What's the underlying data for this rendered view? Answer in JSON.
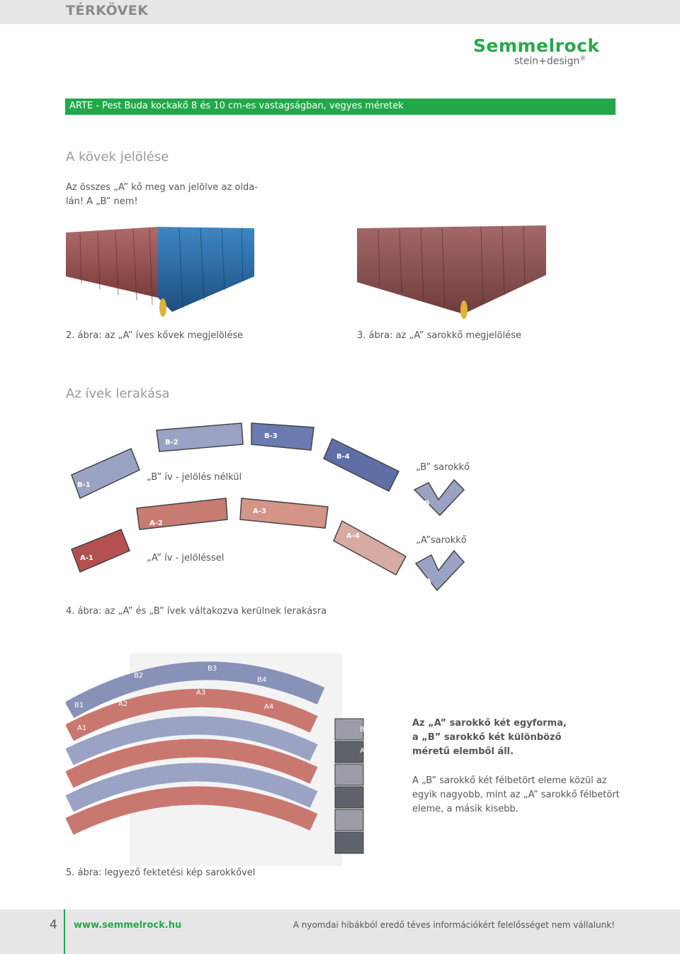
{
  "header": {
    "title": "TÉRKÖVEK"
  },
  "logo": {
    "brand": "Semmelrock",
    "sub": "stein+design",
    "reg": "®"
  },
  "banner": "ARTE - Pest Buda kockakő 8 és 10 cm-es vastagságban, vegyes méretek",
  "section1": {
    "title": "A kövek jelölése",
    "text_line1": "Az összes „A” kő meg van jelölve az olda-",
    "text_line2": "lán! A „B” nem!",
    "caption2": "2. ábra: az „A” íves kővek megjelölése",
    "caption3": "3. ábra: az „A” sarokkő megjelölése"
  },
  "section2": {
    "title": "Az ívek lerakása",
    "labels": {
      "b1": "B-1",
      "b2": "B-2",
      "b3": "B-3",
      "b4": "B-4",
      "a1": "A-1",
      "a2": "A-2",
      "a3": "A-3",
      "a4": "A-4",
      "b_corner": "B",
      "a_corner": "A"
    },
    "b_arc": "„B” ív - jelölés nélkül",
    "a_arc": "„A” ív - jelöléssel",
    "b_corner_label": "„B” sarokkő",
    "a_corner_label": "„A”sarokkő",
    "caption4": "4. ábra: az „A” és „B” ívek váltakozva kerülnek lerakásra"
  },
  "section3": {
    "fan_labels": {
      "b1": "B1",
      "b2": "B2",
      "b3": "B3",
      "b4": "B4",
      "a1": "A1",
      "a2": "A2",
      "a3": "A3",
      "a4": "A4",
      "b": "B",
      "a": "A"
    },
    "bold_line1": "Az „A” sarokkő két egyforma,",
    "bold_line2": "a „B” sarokkő két különböző",
    "bold_line3": "méretű elemből áll.",
    "text_line1": "A „B” sarokkő két félbetört eleme közül az",
    "text_line2": "egyik nagyobb, mint az „A” sarokkő félbetört",
    "text_line3": "eleme, a másik kisebb.",
    "caption5": "5. ábra: legyező fektetési kép sarokkővel"
  },
  "footer": {
    "page": "4",
    "url": "www.semmelrock.hu",
    "disclaimer": "A nyomdai hibákból eredő téves információkért felelősséget nem vállalunk!"
  },
  "colors": {
    "green": "#22a84a",
    "stone_b_light": "#9aa3c4",
    "stone_b_dark": "#5e6ea6",
    "stone_a_red": "#b55050",
    "stone_a_light": "#d7aaa2",
    "stone_blue": "#2a6aa8"
  }
}
